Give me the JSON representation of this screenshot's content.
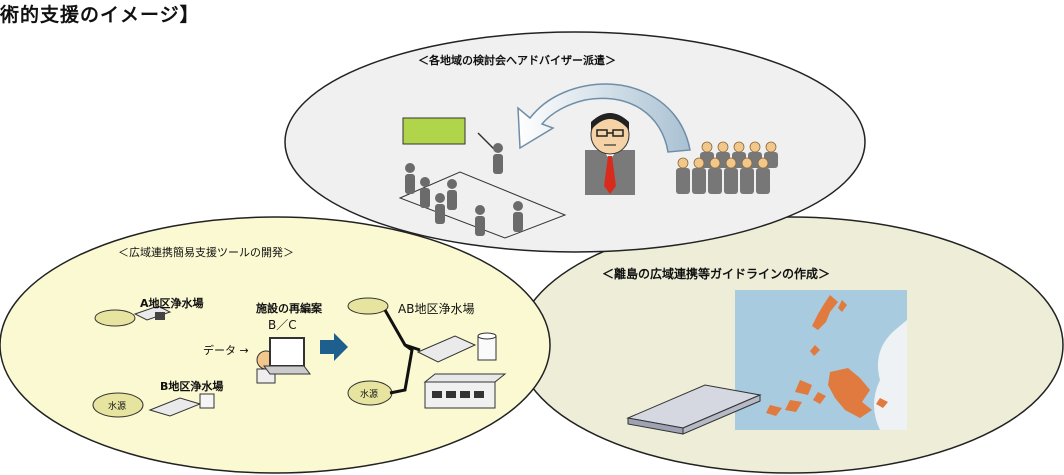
{
  "header": {
    "title": "術的支援のイメージ】"
  },
  "ellipses": {
    "top": {
      "title": "＜各地域の検討会へアドバイザー派遣＞",
      "fill": "#f0f0f0"
    },
    "left": {
      "title": "＜広域連携簡易支援ツールの開発＞",
      "fill": "#fbf9d2",
      "labels": {
        "plant_a": "A地区浄水場",
        "plant_b": "B地区浄水場",
        "plant_ab": "AB地区浄水場",
        "facility_plan": "施設の再編案",
        "bc": "B／C",
        "data": "データ →",
        "source_1": "水源",
        "source_2": "水源"
      }
    },
    "right": {
      "title": "＜離島の広域連携等ガイドラインの作成＞",
      "fill": "#eeeed8"
    }
  },
  "colors": {
    "board": "#b0d44a",
    "arrow": "#c9d8e3",
    "tie": "#d92b1c",
    "sea": "#a8cbe0",
    "island": "#e07a3e",
    "data_arrow": "#1f5f8e"
  },
  "icons": {
    "advisor": "advisor-person-icon",
    "audience": "audience-group-icon",
    "laptop": "laptop-icon",
    "map": "island-map-icon"
  }
}
